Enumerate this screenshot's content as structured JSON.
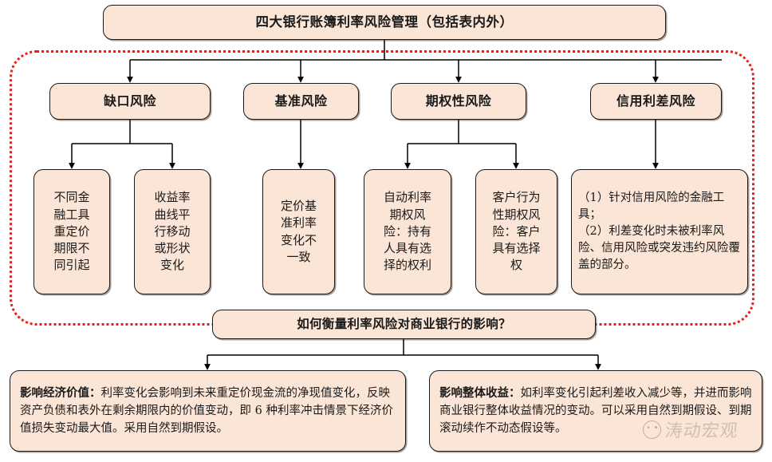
{
  "diagram": {
    "title": "四大银行账簿利率风险管理（包括表内外）",
    "group_boundary": {
      "style": "red-dotted-rounded-rectangle",
      "color": "#EE1B1B"
    },
    "colors": {
      "box_fill": "#FBE5D6",
      "box_border": "#1A1A1A",
      "dotted_border": "#EE1B1B",
      "connector": "#000000",
      "watermark": "#B9A89F"
    },
    "categories": [
      {
        "label": "缺口风险"
      },
      {
        "label": "基准风险"
      },
      {
        "label": "期权性风险"
      },
      {
        "label": "信用利差风险"
      }
    ],
    "leaves": [
      {
        "parent": "缺口风险",
        "text": "不同金\n融工具\n重定价\n期限不\n同引起"
      },
      {
        "parent": "缺口风险",
        "text": "收益率\n曲线平\n行移动\n或形状\n变化"
      },
      {
        "parent": "基准风险",
        "text": "定价基\n准利率\n变化不\n一致"
      },
      {
        "parent": "期权性风险",
        "text": "自动利率\n期权风\n险：持有\n人具有选\n择的权利"
      },
      {
        "parent": "期权性风险",
        "text": "客户行为\n性期权风\n险：客户\n具有选择\n权"
      },
      {
        "parent": "信用利差风险",
        "text": "（1）针对信用风险的金融工具；\n（2）利差变化时未被利率风险、信用风险或突发违约风险覆盖的部分。"
      }
    ],
    "question": "如何衡量利率风险对商业银行的影响？",
    "outcomes": [
      {
        "lead": "影响经济价值：",
        "body": "利率变化会影响到未来重定价现金流的净现值变化，反映资产负债和表外在剩余期限内的价值变动，即 6 种利率冲击情景下经济价值损失变动最大值。采用自然到期假设。"
      },
      {
        "lead": "影响整体收益：",
        "body": "如利率变化引起利差收入减少等，并进而影响商业银行整体收益情况的变动。可以采用自然到期假设、到期滚动续作不动态假设等。"
      }
    ],
    "watermark": "涛动宏观"
  }
}
